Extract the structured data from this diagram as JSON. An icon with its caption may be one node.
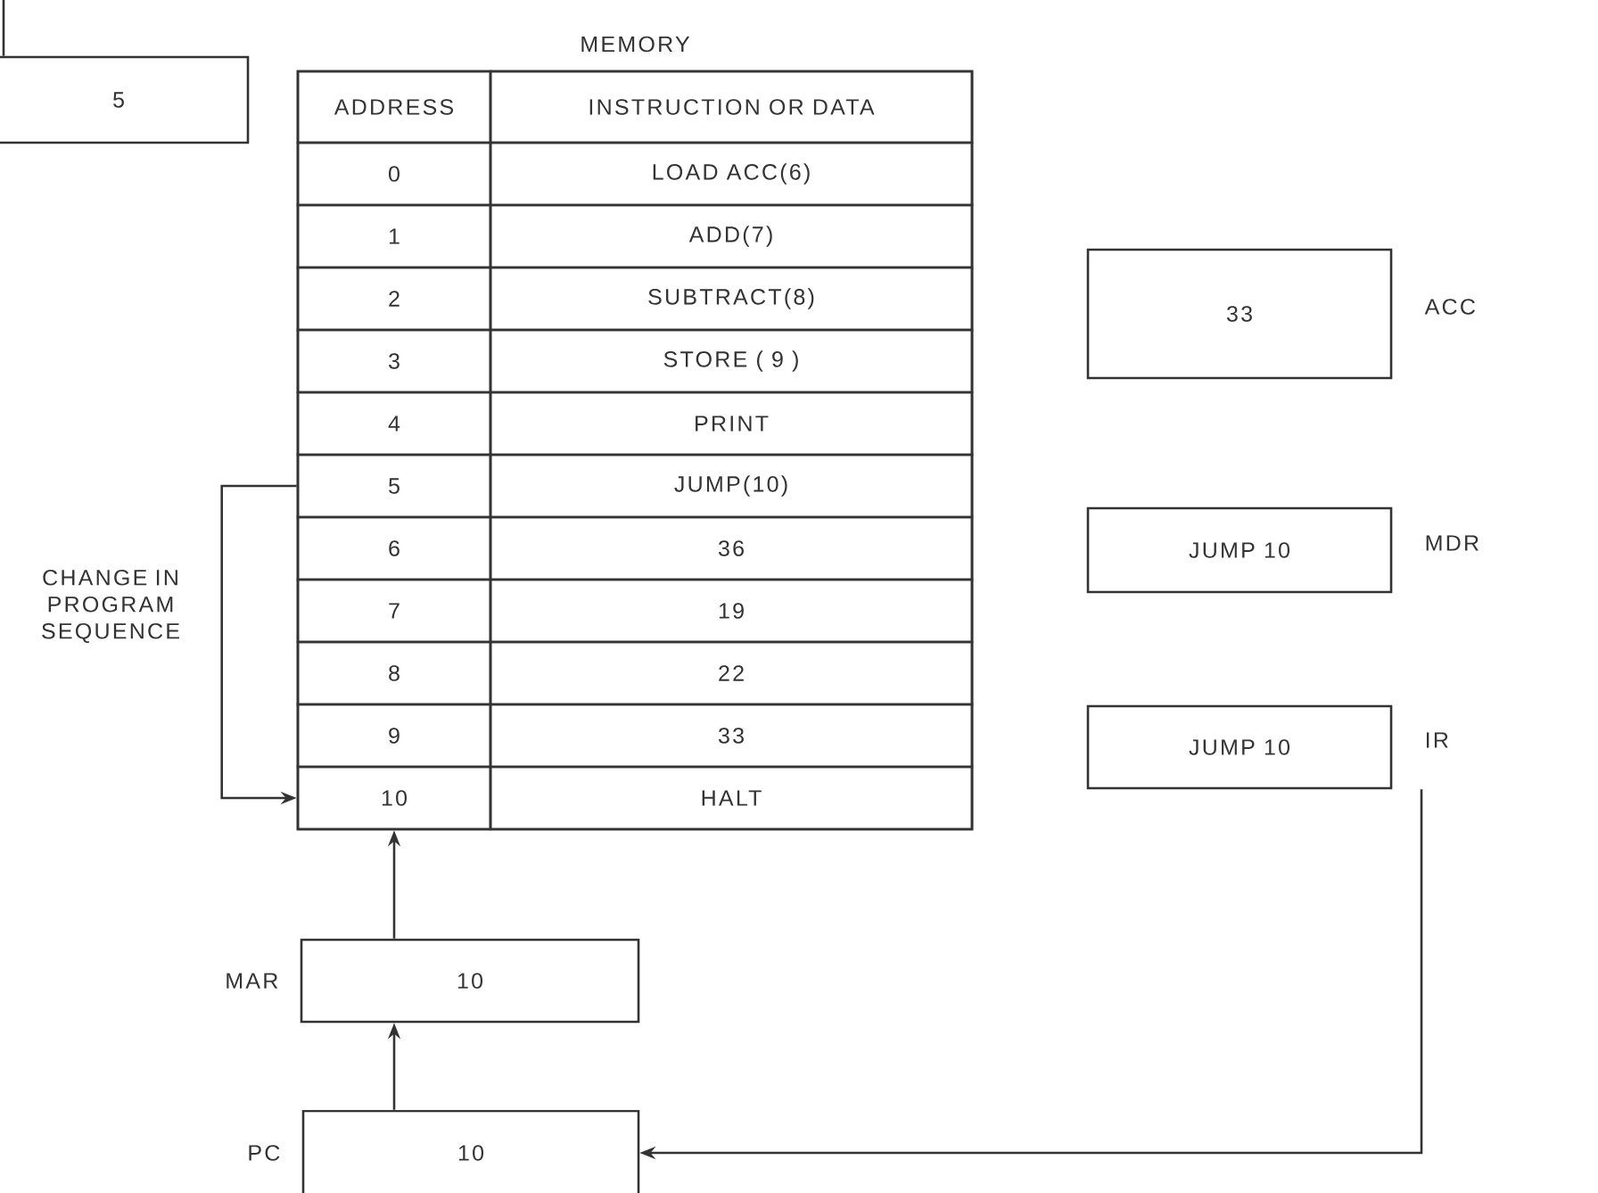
{
  "diagram": {
    "nodes": [
      {
        "text": [
          "5"
        ]
      },
      {
        "text": [
          "MEMORY"
        ]
      },
      {
        "text": [
          "ADDRESS"
        ],
        "in": 1
      },
      {
        "text": [
          "INSTRUCTION OR DATA"
        ],
        "in": 1
      },
      {
        "text": [
          "0"
        ],
        "in": 1
      },
      {
        "text": [
          "LOAD ACC(6)"
        ],
        "in": 1
      },
      {
        "text": [
          "1"
        ],
        "in": 1
      },
      {
        "text": [
          "ADD(7)"
        ],
        "in": 1
      },
      {
        "text": [
          "2"
        ],
        "in": 1
      },
      {
        "text": [
          "SUBTRACT(8)"
        ],
        "in": 1
      },
      {
        "text": [
          "3"
        ],
        "in": 1
      },
      {
        "text": [
          "STORE ( 9 )"
        ],
        "in": 1
      },
      {
        "text": [
          "4"
        ],
        "in": 1
      },
      {
        "text": [
          "PRINT"
        ],
        "in": 1
      },
      {
        "text": [
          "5"
        ],
        "in": 1
      },
      {
        "text": [
          "JUMP(10)"
        ],
        "in": 1
      },
      {
        "text": [
          "6"
        ],
        "in": 1
      },
      {
        "text": [
          "36"
        ],
        "in": 1
      },
      {
        "text": [
          "7"
        ],
        "in": 1
      },
      {
        "text": [
          "19"
        ],
        "in": 1
      },
      {
        "text": [
          "8"
        ],
        "in": 1
      },
      {
        "text": [
          "22"
        ],
        "in": 1
      },
      {
        "text": [
          "9"
        ],
        "in": 1
      },
      {
        "text": [
          "33"
        ],
        "in": 1
      },
      {
        "text": [
          "10"
        ],
        "in": 1
      },
      {
        "text": [
          "HALT"
        ],
        "in": 1
      },
      {
        "text": [
          "33"
        ],
        "beside": [
          "ACC"
        ]
      },
      {
        "text": [
          "JUMP 10"
        ],
        "beside": [
          "MDR"
        ]
      },
      {
        "text": [
          "JUMP 10"
        ],
        "beside": [
          "IR"
        ]
      },
      {
        "text": [
          "10"
        ],
        "beside": [
          "MAR"
        ]
      },
      {
        "text": [
          "10"
        ],
        "beside": [
          "PC"
        ]
      }
    ],
    "edges": [
      {
        "from": null,
        "to": 0,
        "arrow": "none"
      },
      {
        "from": 14,
        "to": 24,
        "arrow": "to",
        "label": "CHANGE IN PROGRAM SEQUENCE"
      },
      {
        "from": 29,
        "to": 24,
        "arrow": "to"
      },
      {
        "from": 30,
        "to": 29,
        "arrow": "to"
      },
      {
        "from": 28,
        "to": 30,
        "arrow": "to"
      }
    ]
  }
}
